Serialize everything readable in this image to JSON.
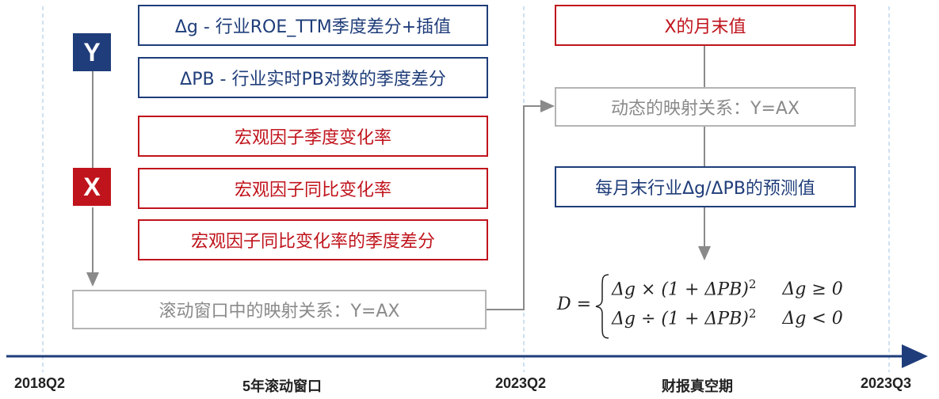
{
  "y_tag": "Y",
  "x_tag": "X",
  "y_boxes": [
    "Δg - 行业ROE_TTM季度差分+插值",
    "ΔPB - 行业实时PB对数的季度差分"
  ],
  "x_boxes": [
    "宏观因子季度变化率",
    "宏观因子同比变化率",
    "宏观因子同比变化率的季度差分"
  ],
  "rolling_box": "滚动窗口中的映射关系：Y=AX",
  "right_boxes": {
    "x_month_end": "X的月末值",
    "dynamic_mapping": "动态的映射关系：Y=AX",
    "prediction": "每月末行业Δg/ΔPB的预测值"
  },
  "formula": {
    "lhs": "D =",
    "row1_expr": "Δg × (1 + ΔPB)",
    "row1_exp": "2",
    "row1_cond": "Δg ≥ 0",
    "row2_expr": "Δg ÷ (1 + ΔPB)",
    "row2_exp": "2",
    "row2_cond": "Δg < 0"
  },
  "timeline": {
    "labels": [
      "2018Q2",
      "5年滚动窗口",
      "2023Q2",
      "财报真空期",
      "2023Q3"
    ]
  },
  "colors": {
    "blue": "#1f3d7a",
    "red": "#c0141c",
    "gray": "#b4b4b4",
    "axis": "#1f3d7a"
  }
}
